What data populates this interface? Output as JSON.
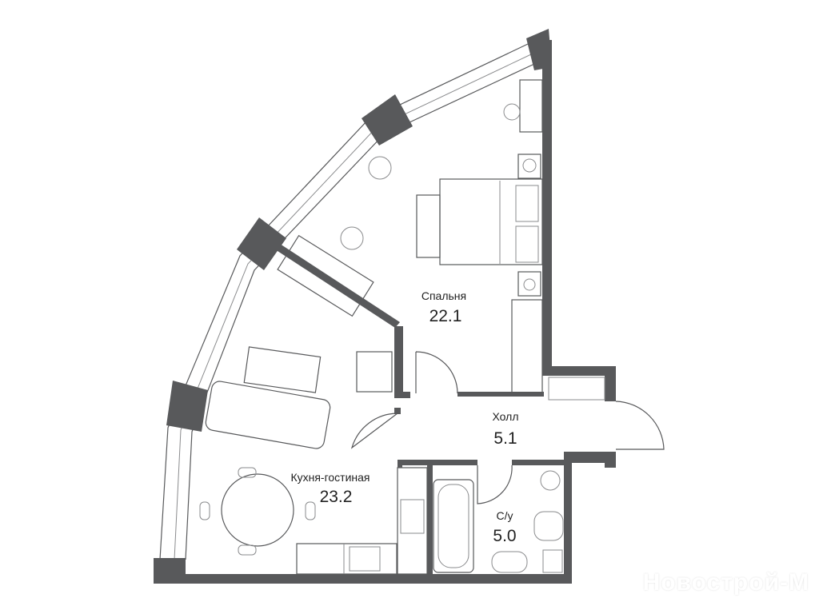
{
  "plan": {
    "rooms": [
      {
        "name": "Спальня",
        "area": "22.1"
      },
      {
        "name": "Холл",
        "area": "5.1"
      },
      {
        "name": "Кухня-гостиная",
        "area": "23.2"
      },
      {
        "name": "С/у",
        "area": "5.0"
      }
    ],
    "wall_color": "#58595b"
  },
  "watermark": "Новострой-М"
}
